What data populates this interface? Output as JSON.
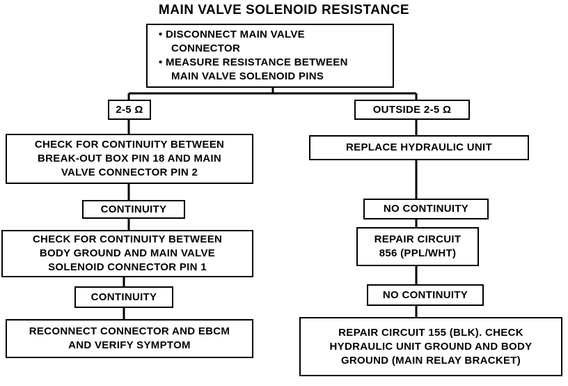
{
  "title": "MAIN VALVE SOLENOID RESISTANCE",
  "start": {
    "bullets": [
      "• DISCONNECT MAIN VALVE",
      "CONNECTOR",
      "• MEASURE RESISTANCE BETWEEN",
      "MAIN VALVE SOLENOID PINS"
    ]
  },
  "left": {
    "branch_label": "2-5 Ω",
    "check1": [
      "CHECK FOR CONTINUITY BETWEEN",
      "BREAK-OUT BOX PIN 18 AND MAIN",
      "VALVE CONNECTOR PIN 2"
    ],
    "result1": "CONTINUITY",
    "check2": [
      "CHECK FOR CONTINUITY BETWEEN",
      "BODY GROUND AND MAIN VALVE",
      "SOLENOID CONNECTOR PIN 1"
    ],
    "result2": "CONTINUITY",
    "final": [
      "RECONNECT CONNECTOR AND EBCM",
      "AND VERIFY SYMPTOM"
    ]
  },
  "right": {
    "branch_label": "OUTSIDE 2-5 Ω",
    "action1": "REPLACE HYDRAULIC UNIT",
    "result1": "NO CONTINUITY",
    "action2": [
      "REPAIR CIRCUIT",
      "856 (PPL/WHT)"
    ],
    "result2": "NO CONTINUITY",
    "final": [
      "REPAIR CIRCUIT 155 (BLK). CHECK",
      "HYDRAULIC UNIT GROUND AND BODY",
      "GROUND (MAIN RELAY BRACKET)"
    ]
  }
}
